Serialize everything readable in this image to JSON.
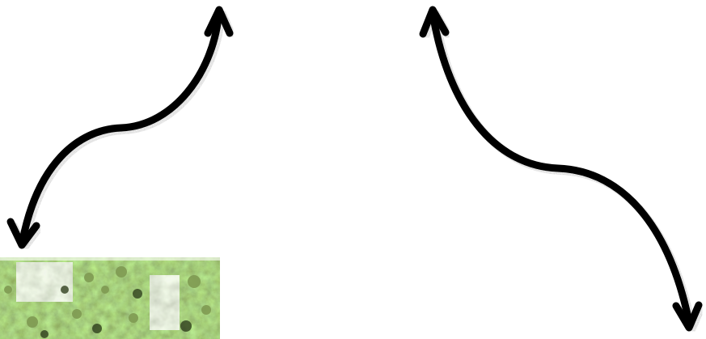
{
  "diagram": {
    "background": "#ffffff",
    "arrow_color": "#000000",
    "shadow_color": "#8a8a8a",
    "arrows": [
      {
        "id": "left-curved-double-arrow",
        "heads": [
          "top",
          "bottom"
        ]
      },
      {
        "id": "right-curved-double-arrow",
        "heads": [
          "top",
          "bottom"
        ]
      }
    ]
  },
  "photo": {
    "subject": "foliage-rock-photo",
    "colors": [
      "#4f6a2e",
      "#7f9a52",
      "#c9cfc2",
      "#2f3f1d"
    ]
  }
}
